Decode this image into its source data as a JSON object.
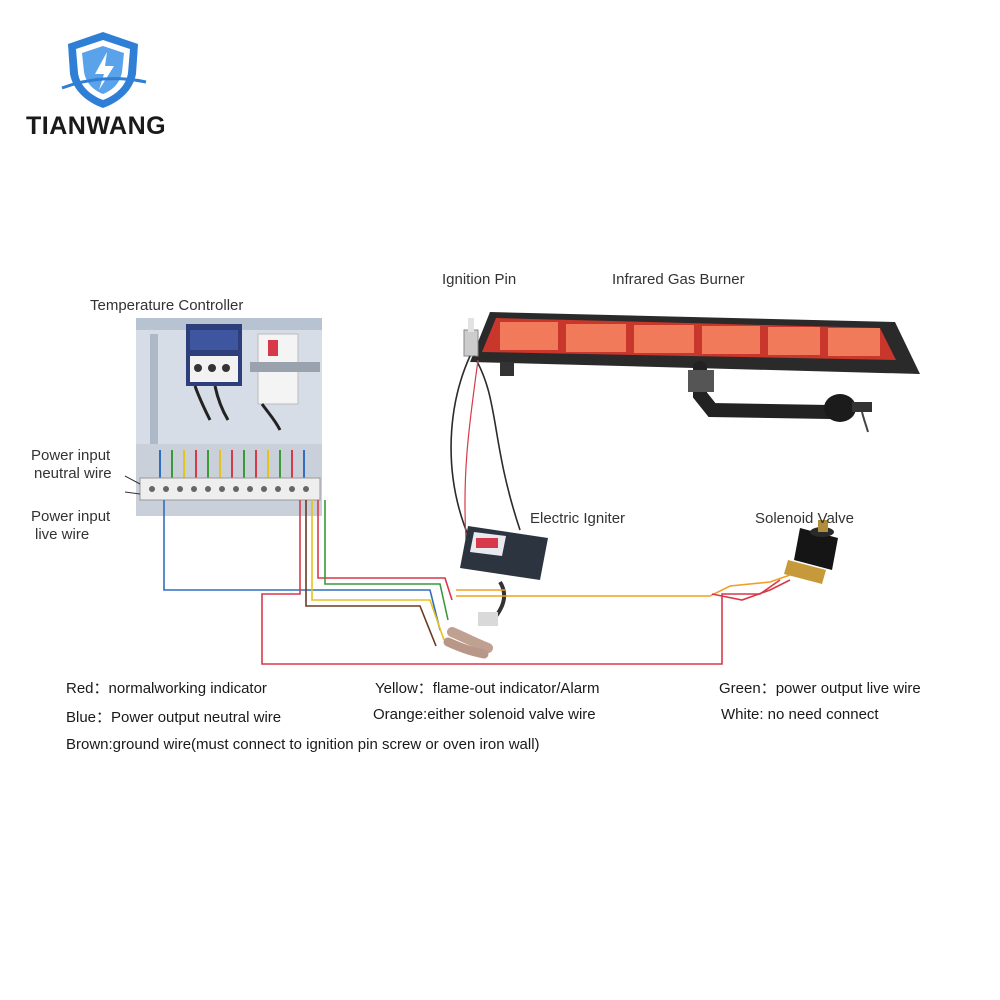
{
  "brand": {
    "name": "TIANWANG",
    "shield_color": "#2f7fd6"
  },
  "labels": {
    "temperature_controller": "Temperature Controller",
    "ignition_pin": "Ignition Pin",
    "infrared_gas_burner": "Infrared Gas Burner",
    "electric_igniter": "Electric Igniter",
    "solenoid_valve": "Solenoid Valve",
    "power_input_neutral_1": "Power input",
    "power_input_neutral_2": "neutral wire",
    "power_input_live_1": "Power input",
    "power_input_live_2": "live wire"
  },
  "legend": {
    "red": "Red：normalworking indicator",
    "yellow": "Yellow：flame-out indicator/Alarm",
    "green": "Green：power output live wire",
    "blue": "Blue：Power output neutral wire",
    "orange": "Orange:either solenoid valve wire",
    "white": "White: no need connect",
    "brown": "Brown:ground wire(must connect to ignition pin screw or oven iron wall)"
  },
  "wire_colors": {
    "red": "#d8394a",
    "yellow": "#e6c21e",
    "green": "#3a9a3a",
    "blue": "#2f6fbf",
    "orange": "#f0a020",
    "brown": "#6b3b22"
  }
}
